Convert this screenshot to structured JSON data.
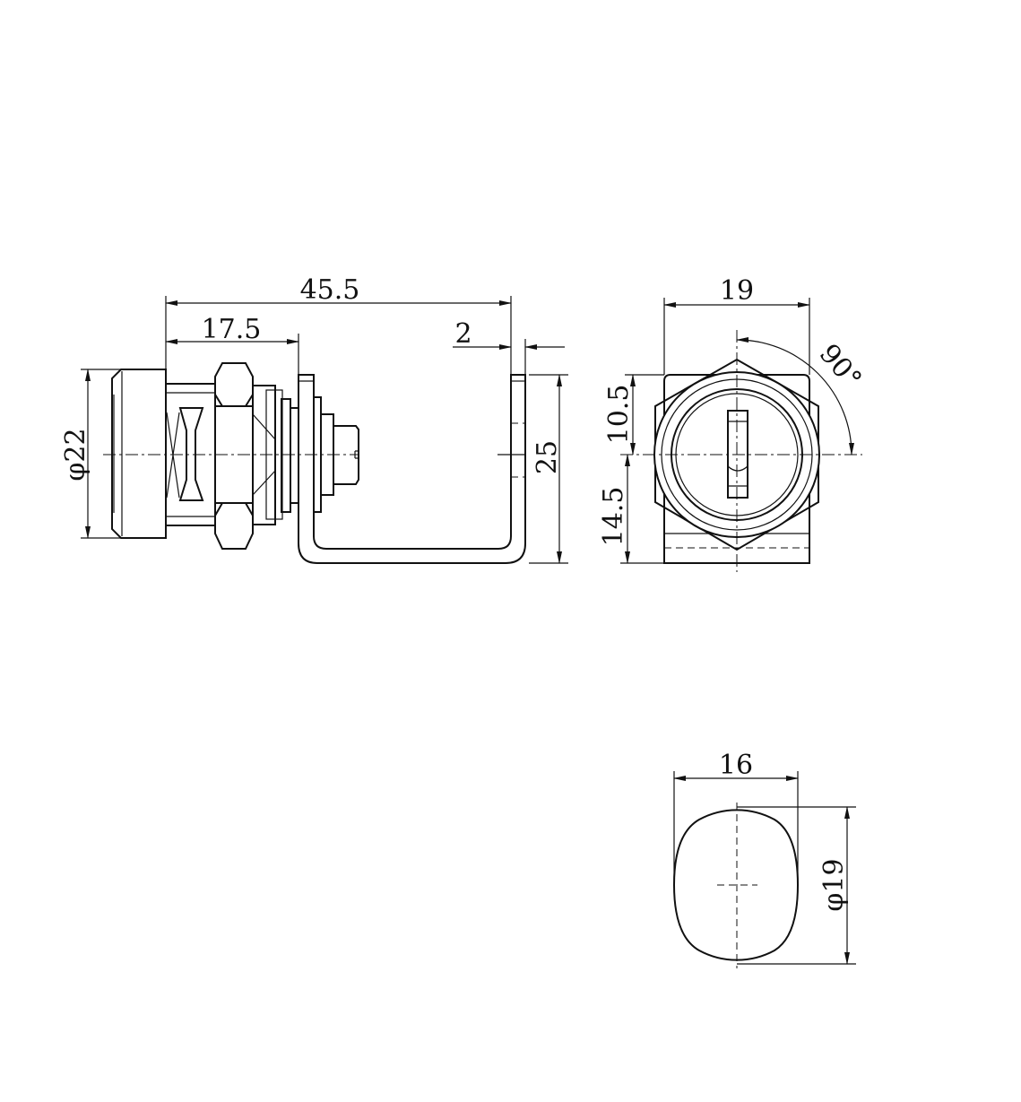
{
  "drawing": {
    "side_view": {
      "overall_length": "45.5",
      "body_to_bracket": "17.5",
      "bracket_thickness": "2",
      "front_diameter": "φ22",
      "bracket_height": "25"
    },
    "front_view": {
      "width": "19",
      "rotation_angle": "90°",
      "upper_offset": "10.5",
      "lower_offset": "14.5"
    },
    "cylinder_section": {
      "flat_width": "16",
      "diameter": "φ19"
    }
  }
}
